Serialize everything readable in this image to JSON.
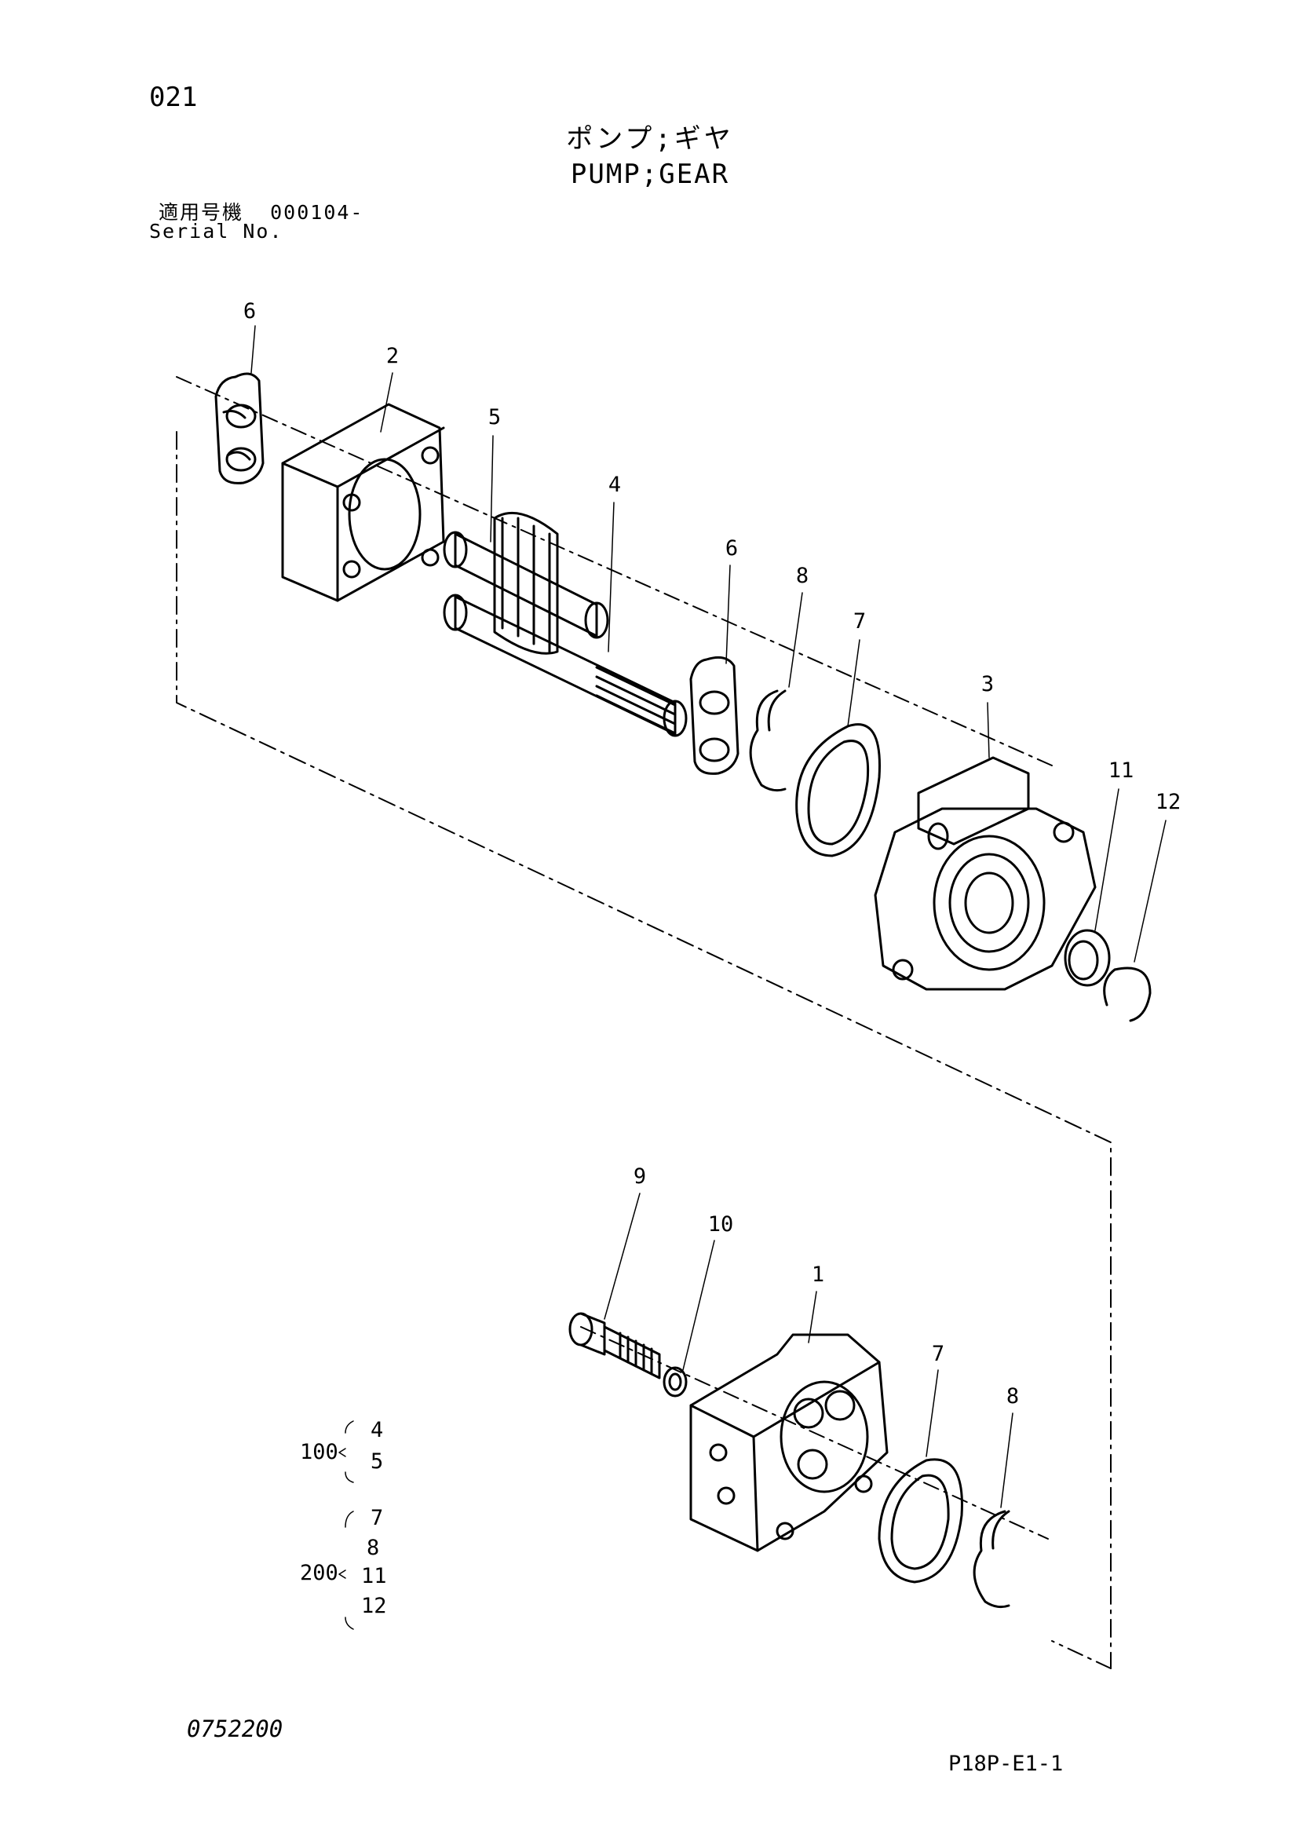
{
  "header": {
    "page_number": "021",
    "title_jp": "ポンプ;ギヤ",
    "title_en": "PUMP;GEAR",
    "serial_label_jp": "適用号機",
    "serial_value": "000104-",
    "serial_label_en": "Serial No."
  },
  "callouts": {
    "upper": [
      {
        "label": "6"
      },
      {
        "label": "2"
      },
      {
        "label": "5"
      },
      {
        "label": "4"
      },
      {
        "label": "6"
      },
      {
        "label": "8"
      },
      {
        "label": "7"
      },
      {
        "label": "3"
      },
      {
        "label": "11"
      },
      {
        "label": "12"
      }
    ],
    "lower": [
      {
        "label": "9"
      },
      {
        "label": "10"
      },
      {
        "label": "1"
      },
      {
        "label": "7"
      },
      {
        "label": "8"
      }
    ]
  },
  "groups": [
    {
      "number": "100",
      "items": [
        "4",
        "5"
      ]
    },
    {
      "number": "200",
      "items": [
        "7",
        "8",
        "11",
        "12"
      ]
    }
  ],
  "footer": {
    "code": "0752200",
    "reference": "P18P-E1-1"
  }
}
